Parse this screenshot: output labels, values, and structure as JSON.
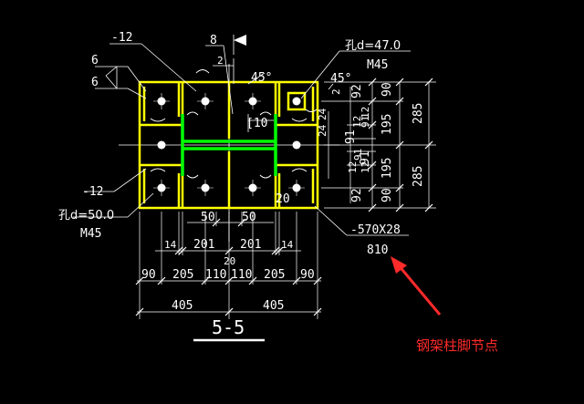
{
  "colors": {
    "background": "#000000",
    "plate": "#ffff00",
    "web": "#00ff00",
    "lines": "#ffffff",
    "annotation": "#ff2a2a"
  },
  "labels": {
    "top_plate_left": "-12",
    "mid_plate_left": "-12",
    "weld_top": "6",
    "weld_bottom": "6",
    "weld_flag": "8",
    "weld_small": "2",
    "angle_left": "45°",
    "angle_right": "45°",
    "channel": "[10",
    "hole_top": "孔d=47.0",
    "bolt_top": "M45",
    "hole_bottom": "孔d=50.0",
    "bolt_bottom": "M45",
    "base_plate": "-570X28",
    "plate_width": "810",
    "dim_20_right": "20",
    "dim_20_bottom": "20",
    "dim_50_left": "50",
    "dim_50_right": "50",
    "dim_14_left": "14",
    "dim_201_left": "201",
    "dim_201_right": "201",
    "dim_14_right": "14",
    "row1": [
      "90",
      "205",
      "110",
      "110",
      "205",
      "90"
    ],
    "row2": [
      "405",
      "405"
    ],
    "section_title": "5-5",
    "v_inner": [
      "24",
      "24",
      "91",
      "12",
      "91",
      "12"
    ],
    "v_mid": [
      "92",
      "12",
      "91",
      "91",
      "12",
      "92"
    ],
    "v_right1": [
      "90",
      "195",
      "195",
      "90"
    ],
    "v_right2": [
      "285",
      "285"
    ],
    "v_small": [
      "2"
    ],
    "annotation_text": "钢架柱脚节点"
  }
}
